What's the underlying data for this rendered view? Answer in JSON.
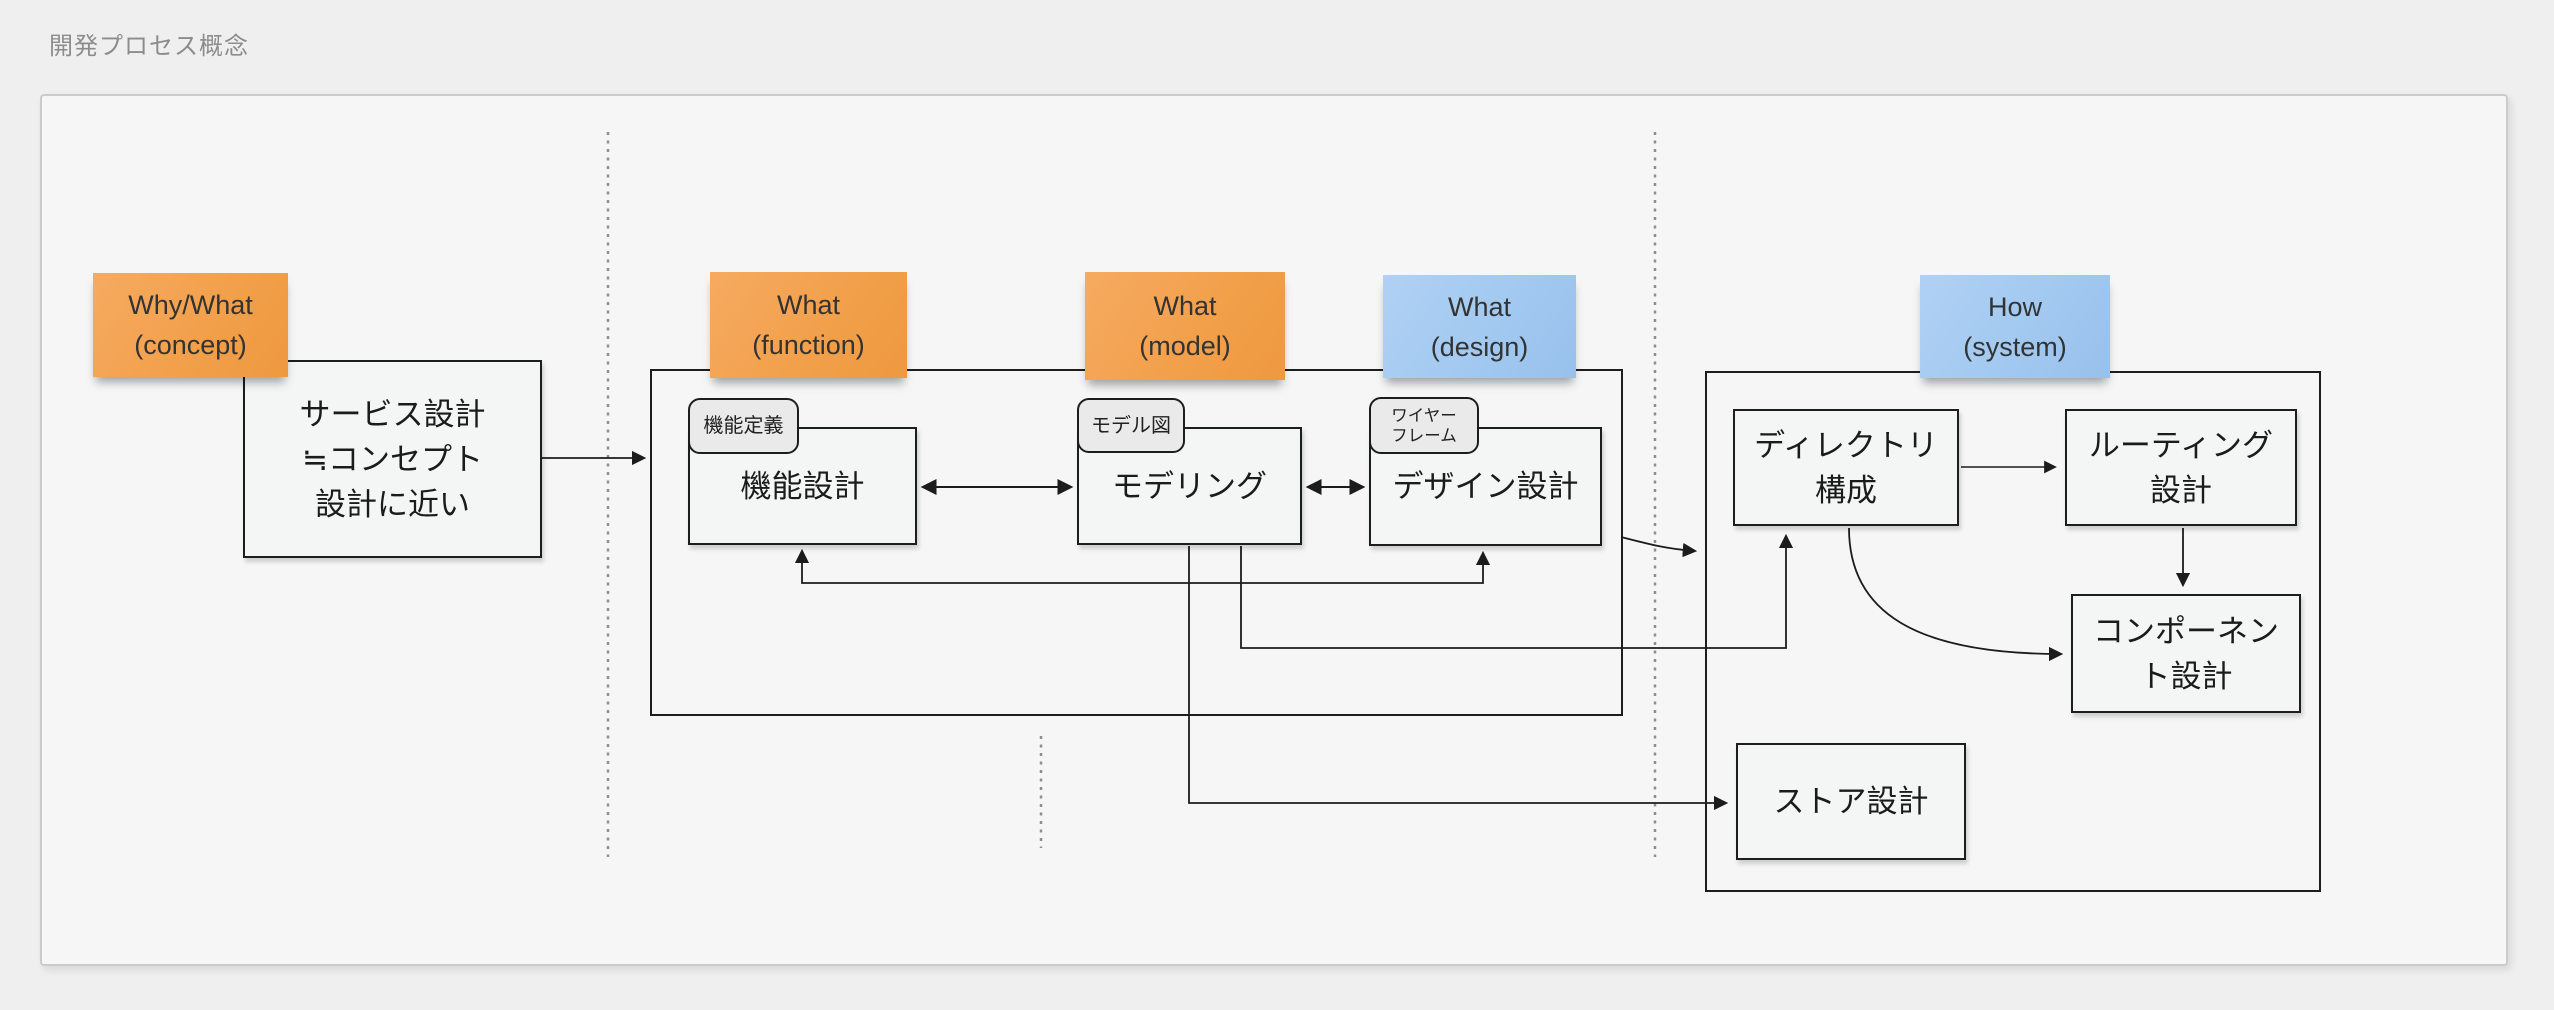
{
  "page": {
    "title": "開発プロセス概念"
  },
  "stickies": {
    "concept": {
      "lines": [
        "Why/What",
        "(concept)"
      ],
      "color": "orange"
    },
    "function": {
      "lines": [
        "What",
        "(function)"
      ],
      "color": "orange"
    },
    "model": {
      "lines": [
        "What",
        "(model)"
      ],
      "color": "orange"
    },
    "design": {
      "lines": [
        "What",
        "(design)"
      ],
      "color": "blue"
    },
    "system": {
      "lines": [
        "How",
        "(system)"
      ],
      "color": "blue"
    }
  },
  "boxes": {
    "service": {
      "lines": [
        "サービス設計",
        "≒コンセプト",
        "設計に近い"
      ]
    },
    "function": {
      "badge": "機能定義",
      "lines": [
        "機能設計"
      ]
    },
    "modeling": {
      "badge": "モデル図",
      "lines": [
        "モデリング"
      ]
    },
    "design": {
      "badge_lines": [
        "ワイヤー",
        "フレーム"
      ],
      "lines": [
        "デザイン設計"
      ]
    },
    "directory": {
      "lines": [
        "ディレクトリ",
        "構成"
      ]
    },
    "routing": {
      "lines": [
        "ルーティング",
        "設計"
      ]
    },
    "component": {
      "lines": [
        "コンポーネン",
        "ト設計"
      ]
    },
    "store": {
      "lines": [
        "ストア設計"
      ]
    }
  },
  "colors": {
    "sticky_orange": "#f2a04b",
    "sticky_blue": "#a2c9f0",
    "node_border": "#1d1d1d",
    "connector": "#1c1c1c",
    "dashed_separator": "#8f8f8f",
    "frame_background": "#f6f6f6",
    "canvas_background": "#efefef",
    "title_text": "#8c8c8c"
  }
}
